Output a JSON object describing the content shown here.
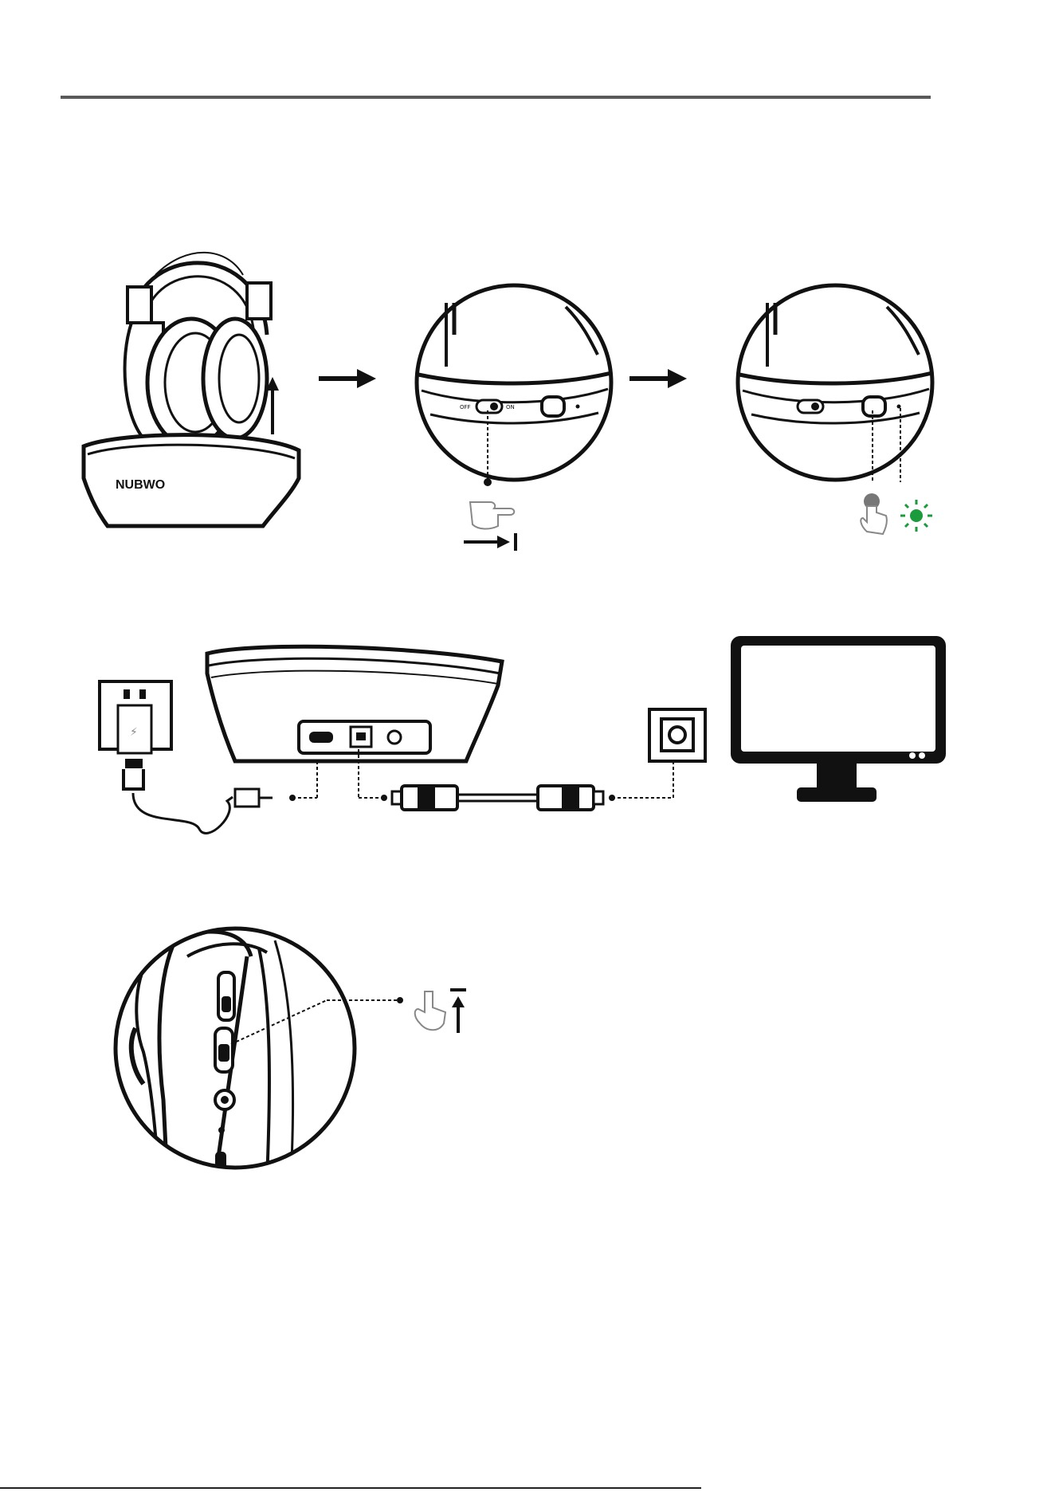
{
  "document": {
    "brand_text": "NUBWO",
    "charger_glyph": "⚡",
    "switch_label_off": "OFF",
    "switch_label_on": "ON"
  },
  "colors": {
    "line": "#111111",
    "rule": "#5a5a5a",
    "led_green": "#1a9b3c"
  },
  "icons": [
    "right-arrow-icon",
    "up-arrow-icon",
    "hand-pointer-icon",
    "led-light-icon",
    "monitor-icon"
  ]
}
